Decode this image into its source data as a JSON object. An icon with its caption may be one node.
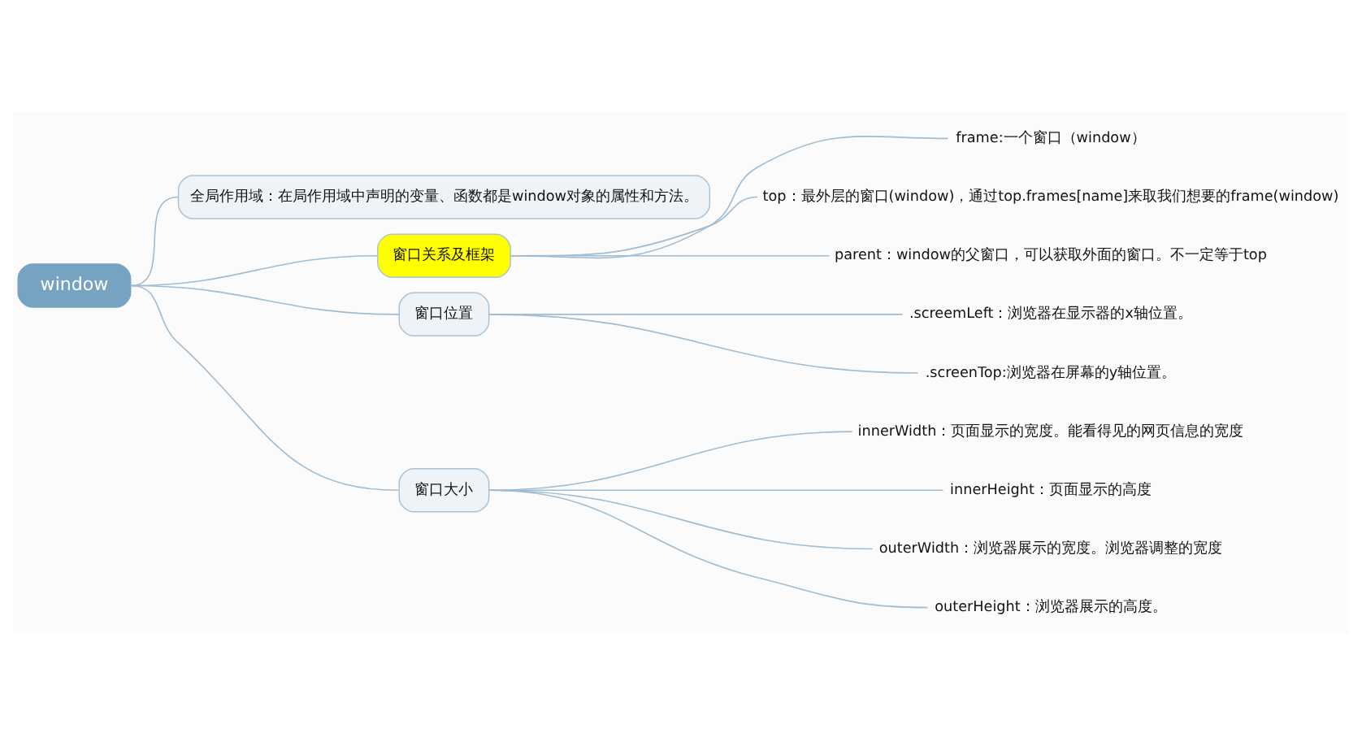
{
  "diagram": {
    "nodes": [
      {
        "text": [
          "window"
        ]
      },
      {
        "text": [
          "全局作用域：在局作用域中声明的变量、函数都是window对象的属性和方法。"
        ]
      },
      {
        "text": [
          "窗口关系及框架"
        ]
      },
      {
        "text": [
          "frame:一个窗口（window）"
        ]
      },
      {
        "text": [
          "top：最外层的窗口(window)，通过top.frames[name]来取我们想要的frame(window)"
        ]
      },
      {
        "text": [
          "parent：window的父窗口，可以获取外面的窗口。不一定等于top"
        ]
      },
      {
        "text": [
          "窗口位置"
        ]
      },
      {
        "text": [
          ".screemLeft：浏览器在显示器的x轴位置。"
        ]
      },
      {
        "text": [
          ".screenTop:浏览器在屏幕的y轴位置。"
        ]
      },
      {
        "text": [
          "窗口大小"
        ]
      },
      {
        "text": [
          "innerWidth：页面显示的宽度。能看得见的网页信息的宽度"
        ]
      },
      {
        "text": [
          "innerHeight：页面显示的高度"
        ]
      },
      {
        "text": [
          "outerWidth：浏览器展示的宽度。浏览器调整的宽度"
        ]
      },
      {
        "text": [
          "outerHeight：浏览器展示的高度。"
        ]
      }
    ],
    "edges": [
      {
        "from": 0,
        "to": 1,
        "arrow": "none"
      },
      {
        "from": 0,
        "to": 2,
        "arrow": "none"
      },
      {
        "from": 2,
        "to": 3,
        "arrow": "none"
      },
      {
        "from": 2,
        "to": 4,
        "arrow": "none"
      },
      {
        "from": 2,
        "to": 5,
        "arrow": "none"
      },
      {
        "from": 0,
        "to": 6,
        "arrow": "none"
      },
      {
        "from": 6,
        "to": 7,
        "arrow": "none"
      },
      {
        "from": 6,
        "to": 8,
        "arrow": "none"
      },
      {
        "from": 0,
        "to": 9,
        "arrow": "none"
      },
      {
        "from": 9,
        "to": 10,
        "arrow": "none"
      },
      {
        "from": 9,
        "to": 11,
        "arrow": "none"
      },
      {
        "from": 9,
        "to": 12,
        "arrow": "none"
      },
      {
        "from": 9,
        "to": 13,
        "arrow": "none"
      }
    ]
  }
}
